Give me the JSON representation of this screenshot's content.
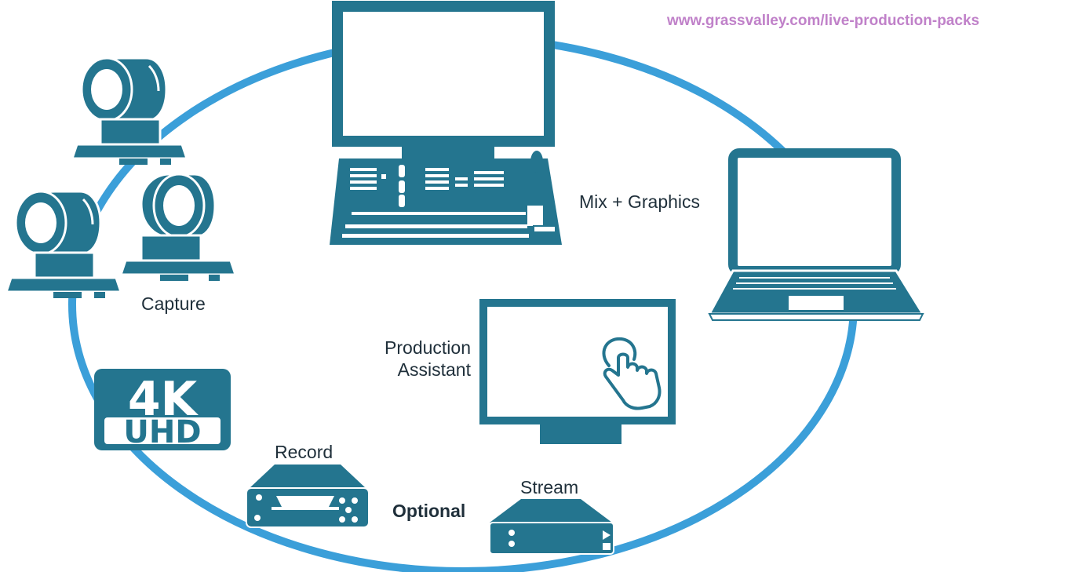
{
  "url": "www.grassvalley.com/live-production-packs",
  "labels": {
    "capture": "Capture",
    "mix_graphics": "Mix + Graphics",
    "production_assistant_line1": "Production",
    "production_assistant_line2": "Assistant",
    "record": "Record",
    "optional": "Optional",
    "stream": "Stream"
  },
  "badge": {
    "top": "4K",
    "bottom": "UHD"
  },
  "colors": {
    "ring": "#3b9fd9",
    "device": "#24758f",
    "url": "#c081c9",
    "text": "#1f2f3a"
  },
  "icons": [
    "ptz-camera-icon",
    "monitor-icon",
    "video-switcher-panel-icon",
    "laptop-icon",
    "touch-screen-icon",
    "touch-hand-icon",
    "4k-uhd-badge-icon",
    "recorder-icon",
    "streamer-icon"
  ]
}
